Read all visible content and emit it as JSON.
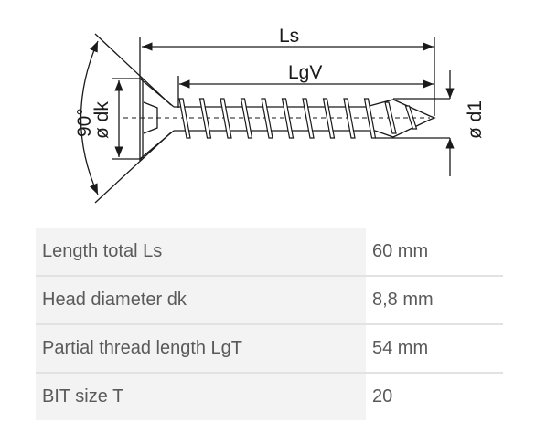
{
  "diagram": {
    "labels": {
      "total_length": "Ls",
      "thread_length": "LgV",
      "angle": "90°",
      "head_diameter": "ø dk",
      "thread_diameter": "ø d1"
    }
  },
  "specs": [
    {
      "label": "Length total Ls",
      "value": "60 mm"
    },
    {
      "label": "Head diameter dk",
      "value": "8,8 mm"
    },
    {
      "label": "Partial thread length LgT",
      "value": "54 mm"
    },
    {
      "label": "BIT size T",
      "value": "20"
    }
  ]
}
